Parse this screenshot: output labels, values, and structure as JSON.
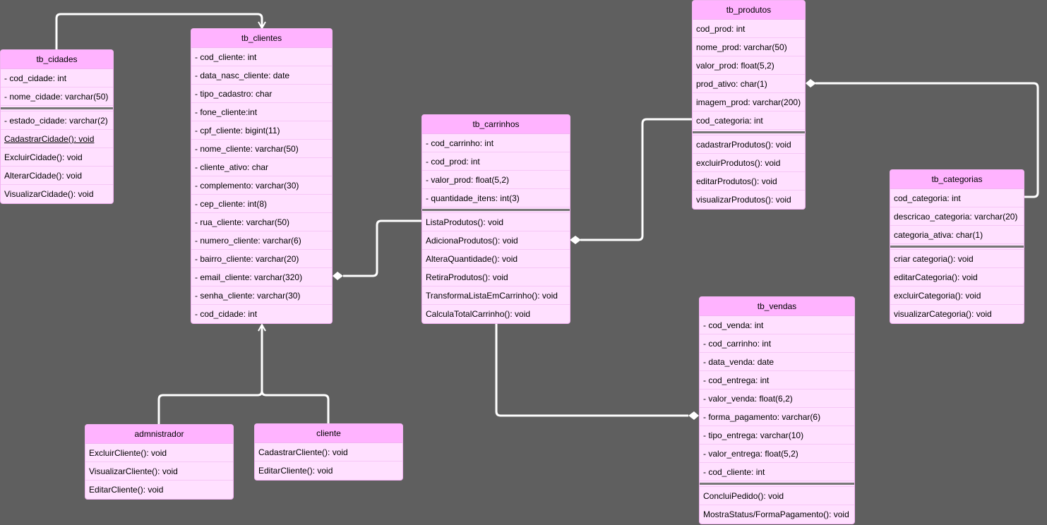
{
  "classes": {
    "tb_cidades": {
      "name": "tb_cidades",
      "attributes": [
        "- cod_cidade: int",
        "- nome_cidade: varchar(50)"
      ],
      "methods": [
        "- estado_cidade: varchar(2)",
        "CadastrarCidade(): void",
        "ExcluirCidade(): void",
        "AlterarCidade(): void",
        "VisualizarCidade(): void"
      ]
    },
    "tb_clientes": {
      "name": "tb_clientes",
      "attributes": [
        "- cod_cliente: int",
        "- data_nasc_cliente: date",
        "- tipo_cadastro: char",
        "- fone_cliente:int",
        "- cpf_cliente: bigint(11)",
        "- nome_cliente: varchar(50)",
        "- cliente_ativo: char",
        "- complemento: varchar(30)",
        "- cep_cliente: int(8)",
        "- rua_cliente: varchar(50)",
        "- numero_cliente: varchar(6)",
        "- bairro_cliente: varchar(20)",
        "- email_cliente: varchar(320)",
        "- senha_cliente: varchar(30)",
        "- cod_cidade: int"
      ]
    },
    "tb_carrinhos": {
      "name": "tb_carrinhos",
      "attributes": [
        "- cod_carrinho: int",
        "- cod_prod: int",
        "- valor_prod: float(5,2)",
        "- quantidade_itens: int(3)"
      ],
      "methods": [
        "ListaProdutos(): void",
        "AdicionaProdutos(): void",
        "AlteraQuantidade(): void",
        "RetiraProdutos(): void",
        "TransformaListaEmCarrinho(): void",
        "CalculaTotalCarrinho(): void"
      ]
    },
    "tb_produtos": {
      "name": "tb_produtos",
      "attributes": [
        "cod_prod: int",
        "nome_prod: varchar(50)",
        "valor_prod: float(5,2)",
        "prod_ativo: char(1)",
        "imagem_prod: varchar(200)",
        "cod_categoria: int"
      ],
      "methods": [
        "cadastrarProdutos(): void",
        "excluirProdutos(): void",
        "editarProdutos(): void",
        "visualizarProdutos(): void"
      ]
    },
    "tb_categorias": {
      "name": "tb_categorias",
      "attributes": [
        "cod_categoria: int",
        "descricao_categoria: varchar(20)",
        "categoria_ativa: char(1)"
      ],
      "methods": [
        "criar categoria(): void",
        "editarCategoria(): void",
        "excluirCategoria(): void",
        "visualizarCategoria(): void"
      ]
    },
    "tb_vendas": {
      "name": "tb_vendas",
      "attributes": [
        "- cod_venda: int",
        "- cod_carrinho: int",
        "- data_venda: date",
        "- cod_entrega: int",
        "- valor_venda: float(6,2)",
        "- forma_pagamento: varchar(6)",
        "- tipo_entrega: varchar(10)",
        "- valor_entrega: float(5,2)",
        "- cod_cliente: int"
      ],
      "methods": [
        "ConcluiPedido(): void",
        "MostraStatus/FormaPagamento(): void"
      ]
    },
    "admnistrador": {
      "name": "admnistrador",
      "methods": [
        "ExcluirCliente(): void",
        "VisualizarCliente(): void",
        "EditarCliente(): void"
      ]
    },
    "cliente": {
      "name": "cliente",
      "methods": [
        "CadastrarCliente(): void",
        "EditarCliente(): void"
      ]
    }
  },
  "colors": {
    "background": "#5f5f5f",
    "header": "#ffb3ff",
    "body": "#ffe0ff",
    "border": "#f2b3f2",
    "connector": "#ffffff"
  }
}
